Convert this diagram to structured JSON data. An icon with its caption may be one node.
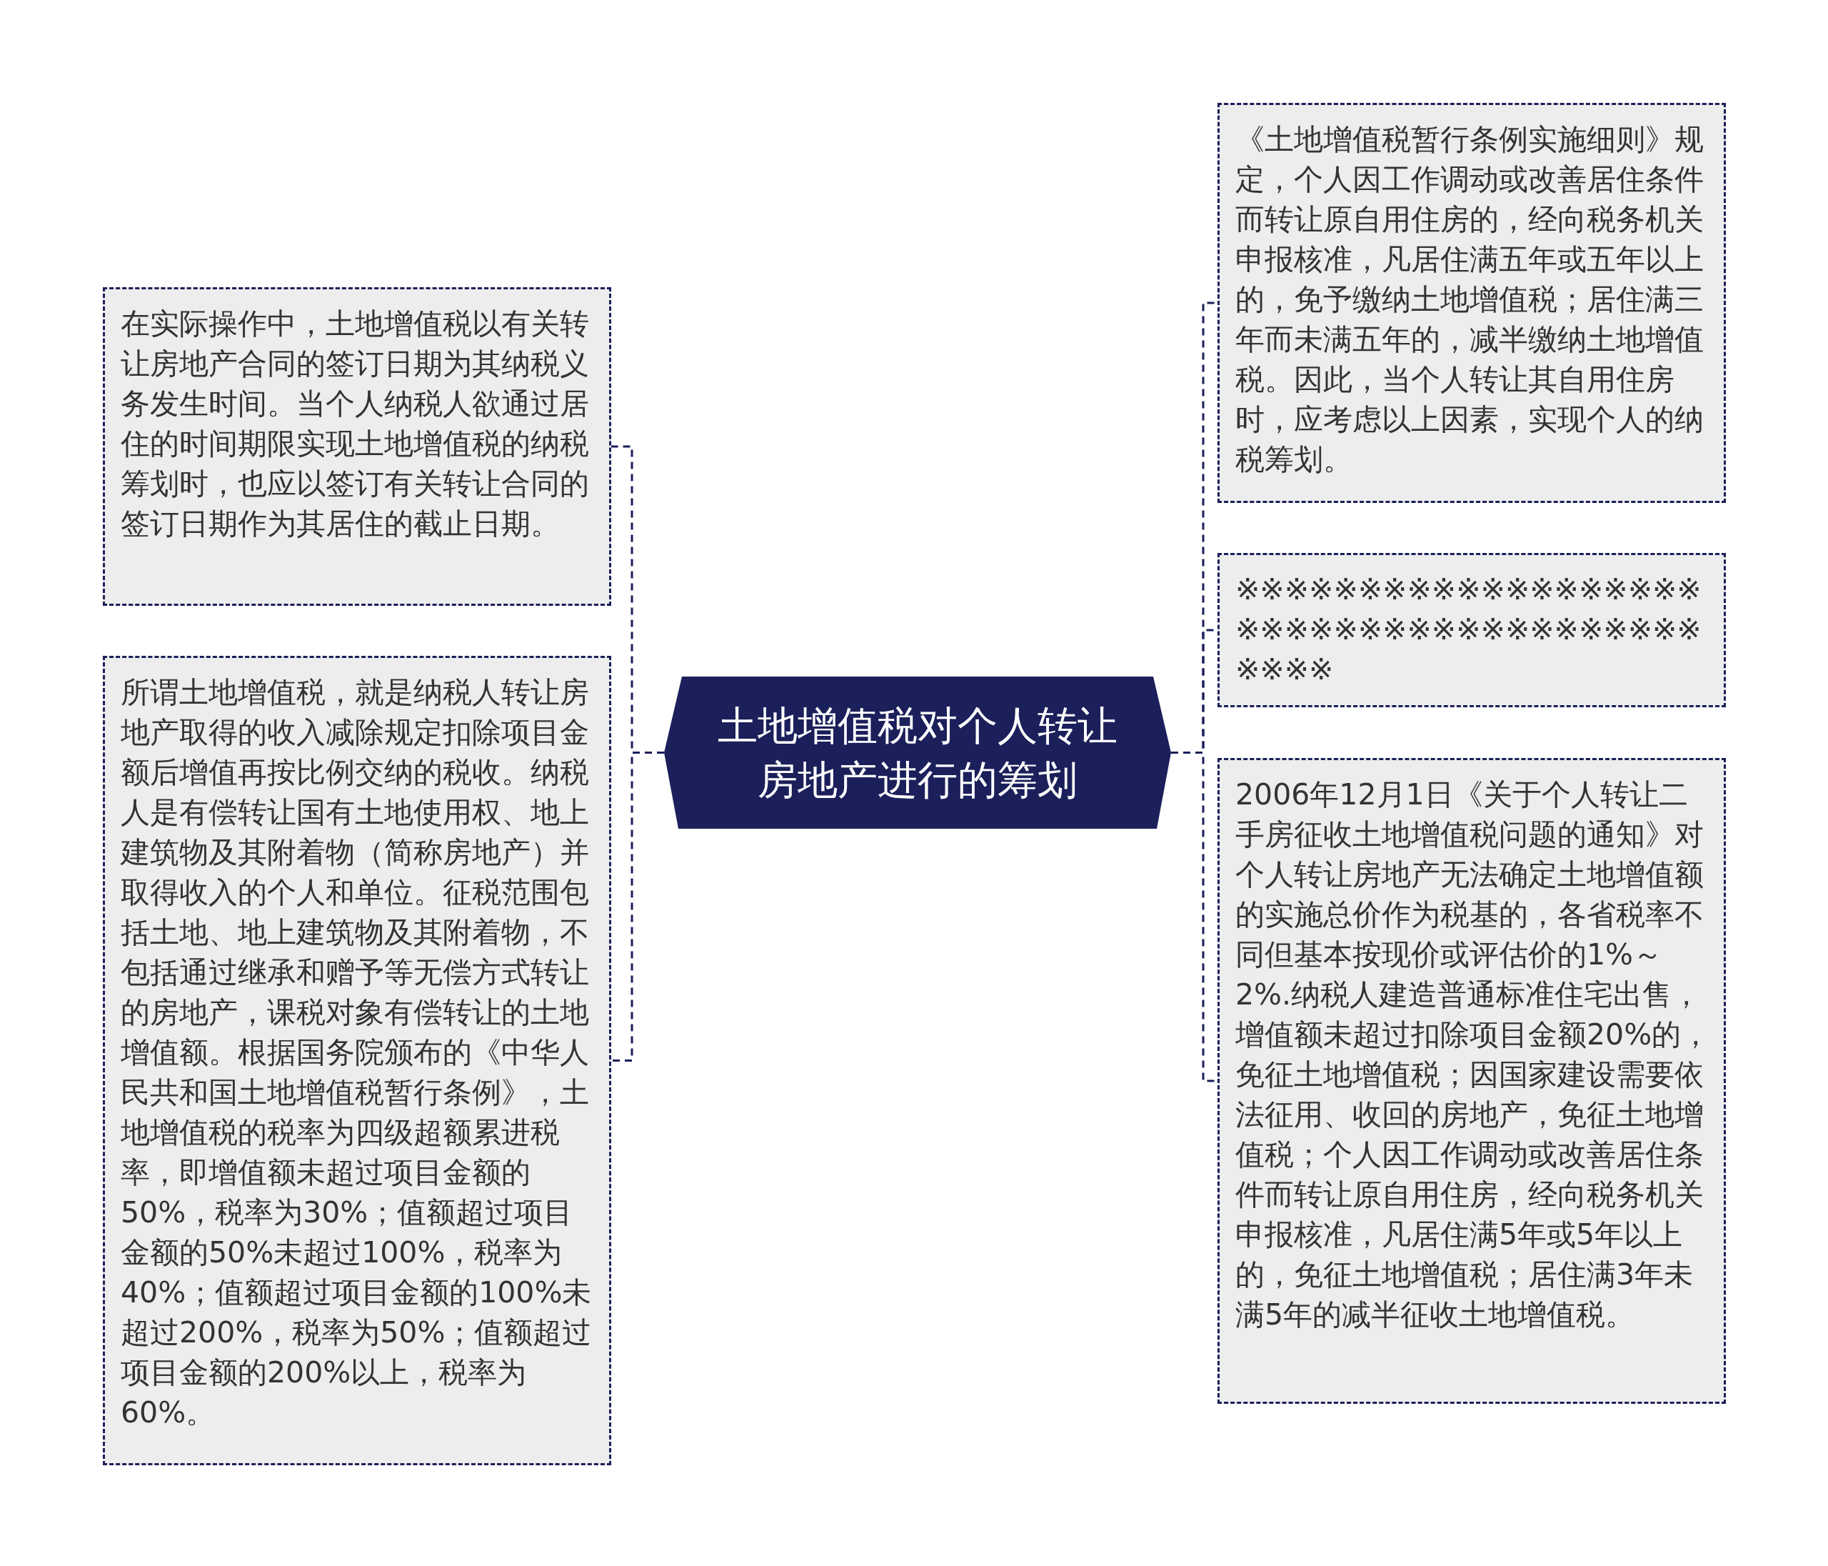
{
  "diagram": {
    "nodes": [
      {
        "text": [
          "土地增值税对个人转让房地产进行的筹划"
        ]
      },
      {
        "text": [
          "在实际操作中，土地增值税以有关转让房地产合同的签订日期为其纳税义务发生时间。当个人纳税人欲通过居住的时间期限实现土地增值税的纳税筹划时，也应以签订有关转让合同的签订日期作为其居住的截止日期。"
        ]
      },
      {
        "text": [
          "所谓土地增值税，就是纳税人转让房地产取得的收入减除规定扣除项目金额后增值再按比例交纳的税收。纳税人是有偿转让国有土地使用权、地上建筑物及其附着物（简称房地产）并取得收入的个人和单位。征税范围包括土地、地上建筑物及其附着物，不包括通过继承和赠予等无偿方式转让的房地产，课税对象有偿转让的土地增值额。根据国务院颁布的《中华人民共和国土地增值税暂行条例》，土地增值税的税率为四级超额累进税率，即增值额未超过项目金额的50%，税率为30%；值额超过项目金额的50%未超过100%，税率为40%；值额超过项目金额的100%未超过200%，税率为50%；值额超过项目金额的200%以上，税率为60%。"
        ]
      },
      {
        "text": [
          "《土地增值税暂行条例实施细则》规定，个人因工作调动或改善居住条件而转让原自用住房的，经向税务机关申报核准，凡居住满五年或五年以上的，免予缴纳土地增值税；居住满三年而未满五年的，减半缴纳土地增值税。因此，当个人转让其自用住房时，应考虑以上因素，实现个人的纳税筹划。"
        ]
      },
      {
        "text": [
          "※※※※※※※※※※※※※※※※※※※※※※※※※※※※※※※※※※※※※※※※※※"
        ]
      },
      {
        "text": [
          "2006年12月1日《关于个人转让二手房征收土地增值税问题的通知》对个人转让房地产无法确定土地增值额的实施总价作为税基的，各省税率不同但基本按现价或评估价的1%～2%.纳税人建造普通标准住宅出售，增值额未超过扣除项目金额20%的，免征土地增值税；因国家建设需要依法征用、收回的房地产，免征土地增值税；个人因工作调动或改善居住条件而转让原自用住房，经向税务机关申报核准，凡居住满5年或5年以上的，免征土地增值税；居住满3年未满5年的减半征收土地增值税。"
        ]
      }
    ],
    "edges": [
      {
        "from": 0,
        "to": 1,
        "arrow": "none",
        "style": "dashed"
      },
      {
        "from": 0,
        "to": 2,
        "arrow": "none",
        "style": "dashed"
      },
      {
        "from": 0,
        "to": 3,
        "arrow": "none",
        "style": "dashed"
      },
      {
        "from": 0,
        "to": 4,
        "arrow": "none",
        "style": "dashed"
      },
      {
        "from": 0,
        "to": 5,
        "arrow": "none",
        "style": "dashed"
      }
    ]
  }
}
